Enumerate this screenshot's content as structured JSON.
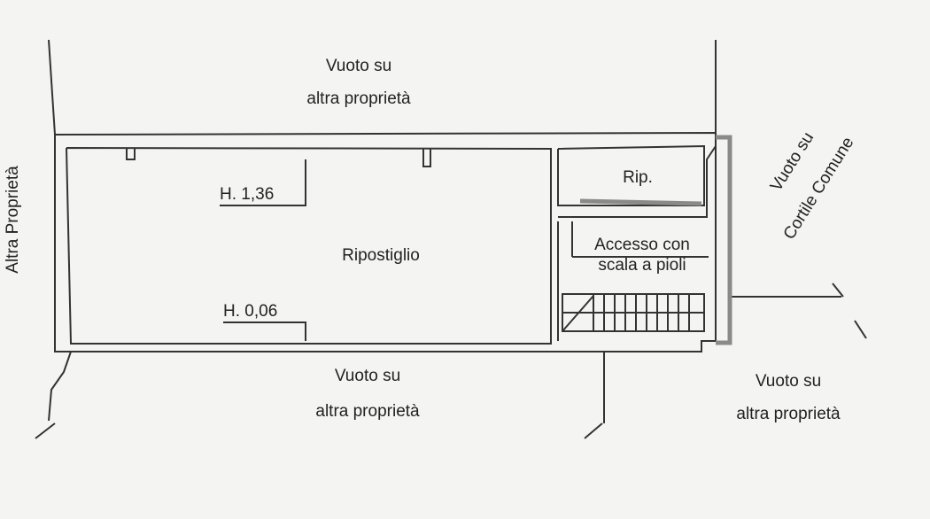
{
  "plan": {
    "top_label": [
      "Vuoto su",
      "altra proprietà"
    ],
    "left_label": "Altra Proprietà",
    "right_label": [
      "Vuoto su",
      "Cortile Comune"
    ],
    "bottom_label": [
      "Vuoto su",
      "altra proprietà"
    ],
    "bottom_right_label": [
      "Vuoto su",
      "altra proprietà"
    ],
    "room_main": "Ripostiglio",
    "height_high": "H. 1,36",
    "height_low": "H. 0,06",
    "room_small": "Rip.",
    "access_label": [
      "Accesso con",
      "scala a pioli"
    ]
  }
}
